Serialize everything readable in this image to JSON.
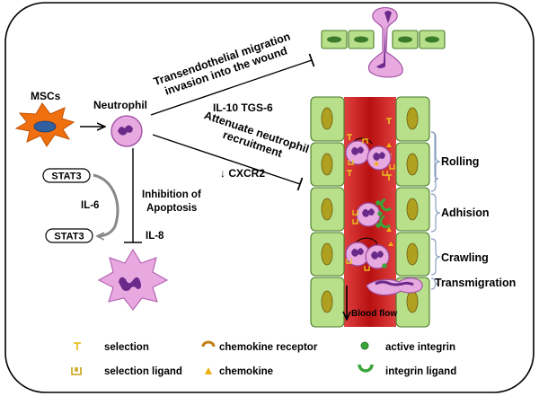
{
  "left": {
    "mscs": "MSCs",
    "neutrophil": "Neutrophil",
    "stat3_top": "STAT3",
    "stat3_bottom": "STAT3",
    "il6": "IL-6",
    "il8": "IL-8",
    "apoptosis_line1": "Inhibition of",
    "apoptosis_line2": "Apoptosis"
  },
  "center": {
    "transendo_line1": "Transendothelial migration",
    "transendo_line2": "invasion into the wound",
    "il10_tgs6": "IL-10  TGS-6",
    "attenuate_line1": "Attenuate neutrophil",
    "attenuate_line2": "recruitment",
    "cxcr2": "↓ CXCR2"
  },
  "vessel": {
    "stages": [
      "Rolling",
      "Adhision",
      "Crawling",
      "Transmigration"
    ],
    "blood_flow": "Blood flow"
  },
  "legend": {
    "items": [
      {
        "label": "selection",
        "icon": "selection-icon",
        "color": "#e8c020"
      },
      {
        "label": "chemokine receptor",
        "icon": "chemokine-receptor-icon",
        "color": "#e8a020"
      },
      {
        "label": "active integrin",
        "icon": "active-integrin-icon",
        "color": "#3aa63a"
      },
      {
        "label": "selection  ligand",
        "icon": "selection-ligand-icon",
        "color": "#e8c020"
      },
      {
        "label": "chemokine",
        "icon": "chemokine-icon",
        "color": "#f0b010"
      },
      {
        "label": "integrin ligand",
        "icon": "integrin-ligand-icon",
        "color": "#3aa63a"
      }
    ]
  },
  "colors": {
    "cell_green": "#b8e08a",
    "nucleus_olive": "#b0a020",
    "vessel_red": "#c81e1e",
    "neutrophil_pink": "#e8a8e0",
    "neutrophil_nucleus": "#6a2a8a",
    "msc_orange": "#f07010",
    "msc_nucleus": "#3060a0"
  }
}
